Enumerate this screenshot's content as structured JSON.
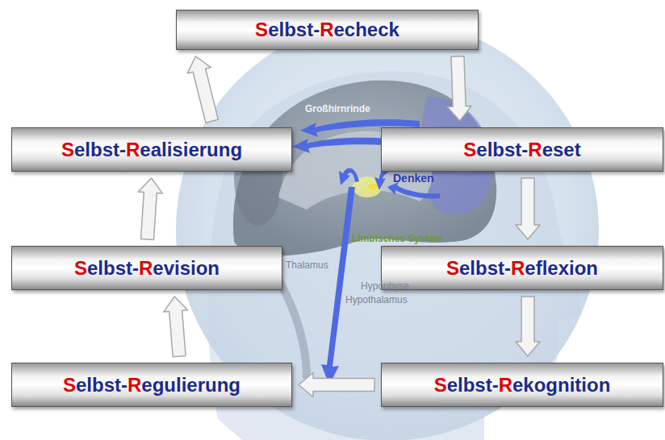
{
  "diagram": {
    "nodes": [
      {
        "text": [
          "Selbst-Recheck"
        ]
      },
      {
        "text": [
          "Selbst-Reset"
        ]
      },
      {
        "text": [
          "Selbst-Reflexion"
        ]
      },
      {
        "text": [
          "Selbst-Rekognition"
        ]
      },
      {
        "text": [
          "Selbst-Regulierung"
        ]
      },
      {
        "text": [
          "Selbst-Revision"
        ]
      },
      {
        "text": [
          "Selbst-Realisierung"
        ]
      }
    ],
    "edges": [
      {
        "from": 0,
        "to": 1,
        "arrow": "to"
      },
      {
        "from": 1,
        "to": 2,
        "arrow": "to"
      },
      {
        "from": 2,
        "to": 3,
        "arrow": "to"
      },
      {
        "from": 3,
        "to": 4,
        "arrow": "to"
      },
      {
        "from": 4,
        "to": 5,
        "arrow": "to"
      },
      {
        "from": 5,
        "to": 6,
        "arrow": "to"
      },
      {
        "from": 6,
        "to": 0,
        "arrow": "to"
      }
    ],
    "labels": [
      "Großhirnrinde",
      "Denken",
      "Limbisches System",
      "Thalamus",
      "Hypophyse",
      "Hypothalamus"
    ]
  }
}
